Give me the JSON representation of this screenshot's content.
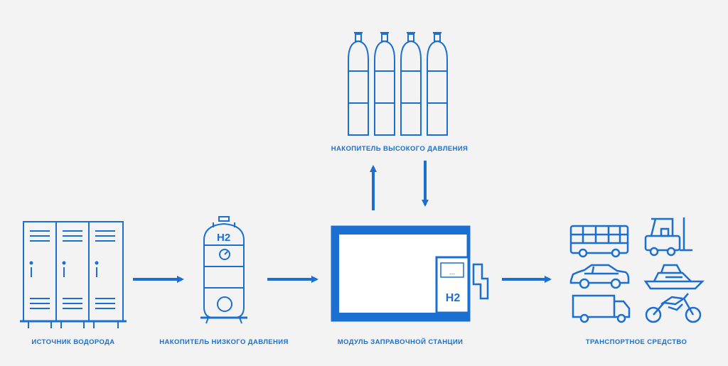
{
  "colors": {
    "primary": "#1a6fd0",
    "background": "#f3f3f3"
  },
  "nodes": {
    "source": {
      "label": "ИСТОЧНИК ВОДОРОДА",
      "icon": "electrolyzer-cabinets-icon"
    },
    "low_pressure": {
      "label": "НАКОПИТЕЛЬ НИЗКОГО ДАВЛЕНИЯ",
      "icon": "h2-tank-icon",
      "badge": "H2"
    },
    "station": {
      "label": "МОДУЛЬ ЗАПРАВОЧНОЙ СТАНЦИИ",
      "icon": "fueling-module-icon",
      "badge": "H2",
      "display": "..."
    },
    "high_pressure": {
      "label": "НАКОПИТЕЛЬ ВЫСОКОГО ДАВЛЕНИЯ",
      "icon": "gas-cylinders-icon"
    },
    "vehicle": {
      "label": "ТРАНСПОРТНОЕ СРЕДСТВО",
      "icons": [
        "bus-icon",
        "forklift-icon",
        "car-icon",
        "boat-icon",
        "truck-icon",
        "motorcycle-icon"
      ]
    }
  }
}
